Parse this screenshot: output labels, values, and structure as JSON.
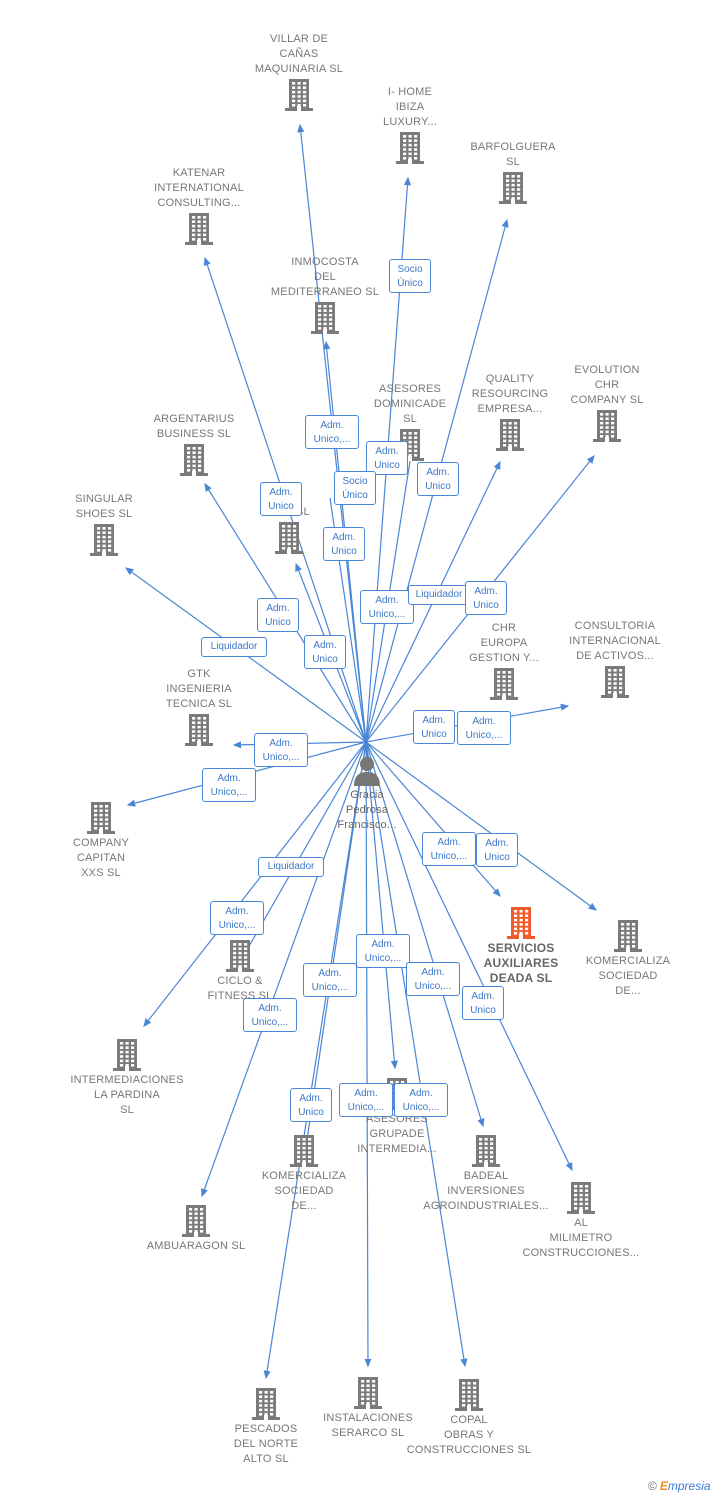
{
  "center": {
    "label": "Gracia\nPedrosa\nFrancisco..."
  },
  "nodes": [
    {
      "id": "villar",
      "label": "VILLAR DE\nCAÑAS\nMAQUINARIA SL"
    },
    {
      "id": "ihome",
      "label": "I- HOME\nIBIZA\nLUXURY..."
    },
    {
      "id": "barfolguera",
      "label": "BARFOLGUERA\nSL"
    },
    {
      "id": "katenar",
      "label": "KATENAR\nINTERNATIONAL\nCONSULTING..."
    },
    {
      "id": "inmocosta",
      "label": "INMOCOSTA\nDEL\nMEDITERRANEO SL"
    },
    {
      "id": "asesoresdom",
      "label": "ASESORES\nDOMINICADE\nSL"
    },
    {
      "id": "quality",
      "label": "QUALITY\nRESOURCING\nEMPRESA..."
    },
    {
      "id": "evolution",
      "label": "EVOLUTION\nCHR\nCOMPANY SL"
    },
    {
      "id": "argentarius",
      "label": "ARGENTARIUS\nBUSINESS SL"
    },
    {
      "id": "pa",
      "label": "PA         Y\nPA      S  SL"
    },
    {
      "id": "singular",
      "label": "SINGULAR\nSHOES  SL"
    },
    {
      "id": "chreuropa",
      "label": "CHR\nEUROPA\nGESTION Y..."
    },
    {
      "id": "consultoria",
      "label": "CONSULTORIA\nINTERNACIONAL\nDE ACTIVOS..."
    },
    {
      "id": "gtk",
      "label": "GTK\nINGENIERIA\nTECNICA  SL"
    },
    {
      "id": "company",
      "label": "COMPANY\nCAPITAN\nXXS  SL"
    },
    {
      "id": "servicios",
      "label": "SERVICIOS\nAUXILIARES\nDEADA  SL"
    },
    {
      "id": "komercializa1",
      "label": "KOMERCIALIZA\nSOCIEDAD\nDE..."
    },
    {
      "id": "ciclo",
      "label": "CICLO &\nFITNESS SL"
    },
    {
      "id": "intermediaciones",
      "label": "INTERMEDIACIONES\nLA PARDINA\nSL"
    },
    {
      "id": "asesoresgrupade",
      "label": "ASESORES\nGRUPADE\nINTERMEDIA..."
    },
    {
      "id": "badeal",
      "label": "BADEAL\nINVERSIONES\nAGROINDUSTRIALES..."
    },
    {
      "id": "komercializa2",
      "label": "KOMERCIALIZA\nSOCIEDAD\nDE..."
    },
    {
      "id": "al",
      "label": "AL\nMILIMETRO\nCONSTRUCCIONES..."
    },
    {
      "id": "ambuaragon",
      "label": "AMBUARAGON SL"
    },
    {
      "id": "pescados",
      "label": "PESCADOS\nDEL NORTE\nALTO  SL"
    },
    {
      "id": "instalaciones",
      "label": "INSTALACIONES\nSERARCO  SL"
    },
    {
      "id": "copal",
      "label": "COPAL\nOBRAS Y\nCONSTRUCCIONES SL"
    }
  ],
  "relations": [
    {
      "id": "r1",
      "label": "Socio\nÚnico"
    },
    {
      "id": "r2",
      "label": "Adm.\nUnico,..."
    },
    {
      "id": "r3",
      "label": "Adm.\nUnico"
    },
    {
      "id": "r4",
      "label": "Socio\nÚnico"
    },
    {
      "id": "r5",
      "label": "Adm.\nUnico"
    },
    {
      "id": "r6",
      "label": "Adm.\nUnico"
    },
    {
      "id": "r7",
      "label": "Adm.\nUnico"
    },
    {
      "id": "r8",
      "label": "Adm.\nUnico"
    },
    {
      "id": "r9",
      "label": "Adm.\nUnico,..."
    },
    {
      "id": "r10",
      "label": "Liquidador"
    },
    {
      "id": "r11",
      "label": "Adm.\nUnico"
    },
    {
      "id": "r12",
      "label": "Adm.\nUnico"
    },
    {
      "id": "r13",
      "label": "Liquidador"
    },
    {
      "id": "r14",
      "label": "Adm.\nUnico"
    },
    {
      "id": "r15",
      "label": "Adm.\nUnico,..."
    },
    {
      "id": "r16",
      "label": "Adm.\nUnico,..."
    },
    {
      "id": "r17",
      "label": "Adm.\nUnico,..."
    },
    {
      "id": "r18",
      "label": "Adm.\nUnico,..."
    },
    {
      "id": "r19",
      "label": "Adm.\nUnico"
    },
    {
      "id": "r20",
      "label": "Liquidador"
    },
    {
      "id": "r21",
      "label": "Adm.\nUnico,..."
    },
    {
      "id": "r22",
      "label": "Adm.\nUnico,..."
    },
    {
      "id": "r23",
      "label": "Adm.\nUnico,..."
    },
    {
      "id": "r24",
      "label": "Adm.\nUnico,..."
    },
    {
      "id": "r25",
      "label": "Adm.\nUnico,..."
    },
    {
      "id": "r26",
      "label": "Adm.\nUnico"
    },
    {
      "id": "r27",
      "label": "Adm.\nUnico"
    },
    {
      "id": "r28",
      "label": "Adm.\nUnico,..."
    },
    {
      "id": "r29",
      "label": "Adm.\nUnico,..."
    }
  ],
  "colors": {
    "edge": "#4a86d6",
    "building": "#7a7a7a",
    "highlight": "#ef5a2a",
    "person": "#777777"
  },
  "brand": {
    "symbol": "©",
    "first": "E",
    "rest": "mpresia"
  }
}
